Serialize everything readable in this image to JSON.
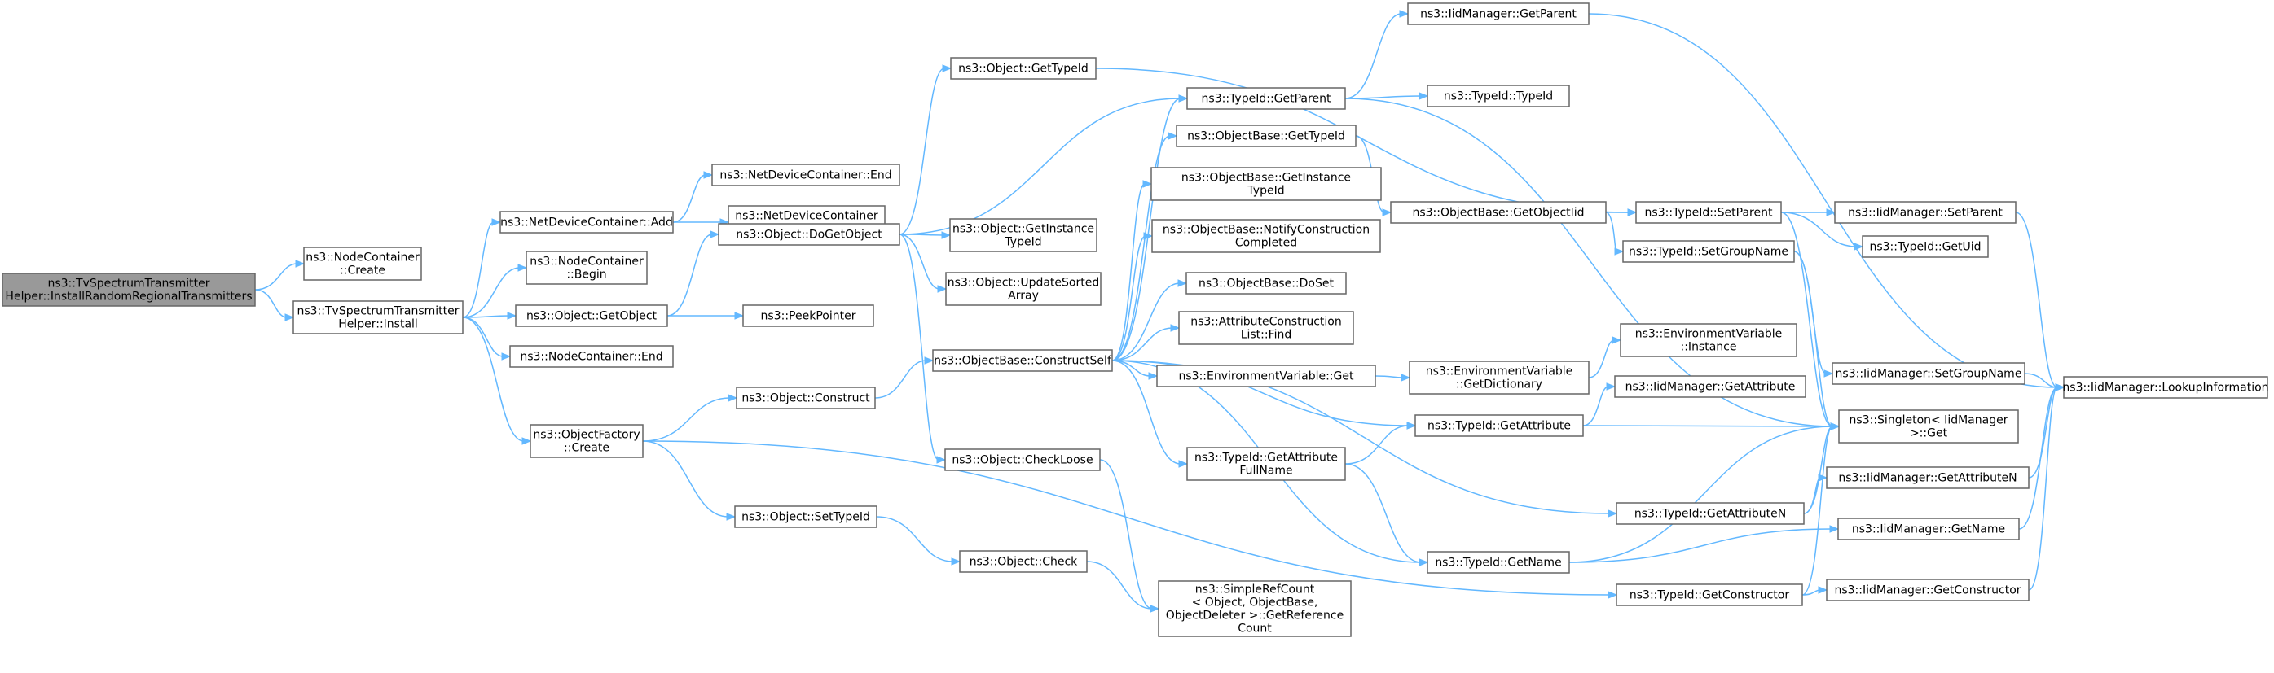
{
  "colors": {
    "edge": "#63b8ff",
    "node_border": "#666666",
    "node_fill": "#ffffff",
    "root_fill": "#999999"
  },
  "nodes": [
    {
      "id": "root",
      "lines": [
        "ns3::TvSpectrumTransmitter",
        "Helper::InstallRandomRegionalTransmitters"
      ],
      "root": true
    },
    {
      "id": "ncCreate",
      "lines": [
        "ns3::NodeContainer",
        "::Create"
      ]
    },
    {
      "id": "install",
      "lines": [
        "ns3::TvSpectrumTransmitter",
        "Helper::Install"
      ]
    },
    {
      "id": "ndcAdd",
      "lines": [
        "ns3::NetDeviceContainer::Add"
      ]
    },
    {
      "id": "ncBegin",
      "lines": [
        "ns3::NodeContainer",
        "::Begin"
      ]
    },
    {
      "id": "getObject",
      "lines": [
        "ns3::Object::GetObject"
      ]
    },
    {
      "id": "ncEnd",
      "lines": [
        "ns3::NodeContainer::End"
      ]
    },
    {
      "id": "ofCreate",
      "lines": [
        "ns3::ObjectFactory",
        "::Create"
      ]
    },
    {
      "id": "ndcEnd",
      "lines": [
        "ns3::NetDeviceContainer::End"
      ]
    },
    {
      "id": "ndcBegin",
      "lines": [
        "ns3::NetDeviceContainer",
        "::Begin"
      ]
    },
    {
      "id": "doGetObject",
      "lines": [
        "ns3::Object::DoGetObject"
      ]
    },
    {
      "id": "peekPointer",
      "lines": [
        "ns3::PeekPointer"
      ]
    },
    {
      "id": "construct",
      "lines": [
        "ns3::Object::Construct"
      ]
    },
    {
      "id": "setTypeId",
      "lines": [
        "ns3::Object::SetTypeId"
      ]
    },
    {
      "id": "objGetTypeId",
      "lines": [
        "ns3::Object::GetTypeId"
      ]
    },
    {
      "id": "objGetInstanceTypeId",
      "lines": [
        "ns3::Object::GetInstance",
        "TypeId"
      ]
    },
    {
      "id": "updateSorted",
      "lines": [
        "ns3::Object::UpdateSorted",
        "Array"
      ]
    },
    {
      "id": "constructSelf",
      "lines": [
        "ns3::ObjectBase::ConstructSelf"
      ]
    },
    {
      "id": "checkLoose",
      "lines": [
        "ns3::Object::CheckLoose"
      ]
    },
    {
      "id": "check",
      "lines": [
        "ns3::Object::Check"
      ]
    },
    {
      "id": "tidGetParent",
      "lines": [
        "ns3::TypeId::GetParent"
      ]
    },
    {
      "id": "obGetTypeId",
      "lines": [
        "ns3::ObjectBase::GetTypeId"
      ]
    },
    {
      "id": "obGetInstanceTypeId",
      "lines": [
        "ns3::ObjectBase::GetInstance",
        "TypeId"
      ]
    },
    {
      "id": "obNotify",
      "lines": [
        "ns3::ObjectBase::NotifyConstruction",
        "Completed"
      ]
    },
    {
      "id": "obDoSet",
      "lines": [
        "ns3::ObjectBase::DoSet"
      ]
    },
    {
      "id": "aclFind",
      "lines": [
        "ns3::AttributeConstruction",
        "List::Find"
      ]
    },
    {
      "id": "envGet",
      "lines": [
        "ns3::EnvironmentVariable::Get"
      ]
    },
    {
      "id": "tidGetAttrFullName",
      "lines": [
        "ns3::TypeId::GetAttribute",
        "FullName"
      ]
    },
    {
      "id": "simpleRefCount",
      "lines": [
        "ns3::SimpleRefCount",
        "< Object, ObjectBase,",
        "ObjectDeleter >::GetReference",
        "Count"
      ]
    },
    {
      "id": "iidGetParent",
      "lines": [
        "ns3::IidManager::GetParent"
      ]
    },
    {
      "id": "tidTypeId",
      "lines": [
        "ns3::TypeId::TypeId"
      ]
    },
    {
      "id": "obGetObjectIid",
      "lines": [
        "ns3::ObjectBase::GetObjectIid"
      ]
    },
    {
      "id": "envGetDictionary",
      "lines": [
        "ns3::EnvironmentVariable",
        "::GetDictionary"
      ]
    },
    {
      "id": "tidGetAttribute",
      "lines": [
        "ns3::TypeId::GetAttribute"
      ]
    },
    {
      "id": "tidGetName",
      "lines": [
        "ns3::TypeId::GetName"
      ]
    },
    {
      "id": "tidSetParent",
      "lines": [
        "ns3::TypeId::SetParent"
      ]
    },
    {
      "id": "tidSetGroupName",
      "lines": [
        "ns3::TypeId::SetGroupName"
      ]
    },
    {
      "id": "envInstance",
      "lines": [
        "ns3::EnvironmentVariable",
        "::Instance"
      ]
    },
    {
      "id": "iidGetAttribute",
      "lines": [
        "ns3::IidManager::GetAttribute"
      ]
    },
    {
      "id": "tidGetAttributeN",
      "lines": [
        "ns3::TypeId::GetAttributeN"
      ]
    },
    {
      "id": "tidGetConstructor",
      "lines": [
        "ns3::TypeId::GetConstructor"
      ]
    },
    {
      "id": "iidSetParent",
      "lines": [
        "ns3::IidManager::SetParent"
      ]
    },
    {
      "id": "tidGetUid",
      "lines": [
        "ns3::TypeId::GetUid"
      ]
    },
    {
      "id": "iidSetGroupName",
      "lines": [
        "ns3::IidManager::SetGroupName"
      ]
    },
    {
      "id": "singletonGet",
      "lines": [
        "ns3::Singleton< IidManager",
        ">::Get"
      ]
    },
    {
      "id": "iidGetAttributeN",
      "lines": [
        "ns3::IidManager::GetAttributeN"
      ]
    },
    {
      "id": "iidGetName",
      "lines": [
        "ns3::IidManager::GetName"
      ]
    },
    {
      "id": "iidGetConstructor",
      "lines": [
        "ns3::IidManager::GetConstructor"
      ]
    },
    {
      "id": "iidLookup",
      "lines": [
        "ns3::IidManager::LookupInformation"
      ]
    }
  ],
  "edges": [
    [
      "root",
      "ncCreate"
    ],
    [
      "root",
      "install"
    ],
    [
      "install",
      "ndcAdd"
    ],
    [
      "install",
      "ncBegin"
    ],
    [
      "install",
      "getObject"
    ],
    [
      "install",
      "ncEnd"
    ],
    [
      "install",
      "ofCreate"
    ],
    [
      "ndcAdd",
      "ndcEnd"
    ],
    [
      "ndcAdd",
      "ndcBegin"
    ],
    [
      "getObject",
      "doGetObject"
    ],
    [
      "getObject",
      "peekPointer"
    ],
    [
      "ofCreate",
      "construct"
    ],
    [
      "ofCreate",
      "setTypeId"
    ],
    [
      "ofCreate",
      "tidGetConstructor"
    ],
    [
      "doGetObject",
      "objGetTypeId"
    ],
    [
      "doGetObject",
      "tidGetParent"
    ],
    [
      "doGetObject",
      "objGetInstanceTypeId"
    ],
    [
      "doGetObject",
      "updateSorted"
    ],
    [
      "doGetObject",
      "checkLoose"
    ],
    [
      "construct",
      "constructSelf"
    ],
    [
      "setTypeId",
      "check"
    ],
    [
      "checkLoose",
      "simpleRefCount"
    ],
    [
      "check",
      "simpleRefCount"
    ],
    [
      "objGetTypeId",
      "tidSetParent"
    ],
    [
      "constructSelf",
      "tidGetParent"
    ],
    [
      "constructSelf",
      "obGetTypeId"
    ],
    [
      "constructSelf",
      "obGetInstanceTypeId"
    ],
    [
      "constructSelf",
      "obNotify"
    ],
    [
      "constructSelf",
      "obDoSet"
    ],
    [
      "constructSelf",
      "aclFind"
    ],
    [
      "constructSelf",
      "envGet"
    ],
    [
      "constructSelf",
      "tidGetAttribute"
    ],
    [
      "constructSelf",
      "tidGetAttrFullName"
    ],
    [
      "constructSelf",
      "tidGetAttributeN"
    ],
    [
      "constructSelf",
      "tidGetName"
    ],
    [
      "tidGetParent",
      "iidGetParent"
    ],
    [
      "tidGetParent",
      "tidTypeId"
    ],
    [
      "tidGetParent",
      "singletonGet"
    ],
    [
      "obGetTypeId",
      "obGetObjectIid"
    ],
    [
      "obGetObjectIid",
      "tidSetParent"
    ],
    [
      "obGetObjectIid",
      "tidSetGroupName"
    ],
    [
      "envGet",
      "envGetDictionary"
    ],
    [
      "envGetDictionary",
      "envInstance"
    ],
    [
      "tidGetAttrFullName",
      "tidGetAttribute"
    ],
    [
      "tidGetAttrFullName",
      "tidGetName"
    ],
    [
      "tidGetAttribute",
      "iidGetAttribute"
    ],
    [
      "tidGetAttribute",
      "singletonGet"
    ],
    [
      "tidGetName",
      "singletonGet"
    ],
    [
      "tidGetName",
      "iidGetName"
    ],
    [
      "tidSetParent",
      "iidSetParent"
    ],
    [
      "tidSetParent",
      "tidGetUid"
    ],
    [
      "tidSetParent",
      "singletonGet"
    ],
    [
      "tidSetGroupName",
      "iidSetGroupName"
    ],
    [
      "tidSetGroupName",
      "singletonGet"
    ],
    [
      "tidGetAttributeN",
      "singletonGet"
    ],
    [
      "tidGetAttributeN",
      "iidGetAttributeN"
    ],
    [
      "tidGetConstructor",
      "singletonGet"
    ],
    [
      "tidGetConstructor",
      "iidGetConstructor"
    ],
    [
      "iidGetParent",
      "iidLookup"
    ],
    [
      "iidSetParent",
      "iidLookup"
    ],
    [
      "iidSetGroupName",
      "iidLookup"
    ],
    [
      "iidGetAttributeN",
      "iidLookup"
    ],
    [
      "iidGetName",
      "iidLookup"
    ],
    [
      "iidGetConstructor",
      "iidLookup"
    ]
  ]
}
